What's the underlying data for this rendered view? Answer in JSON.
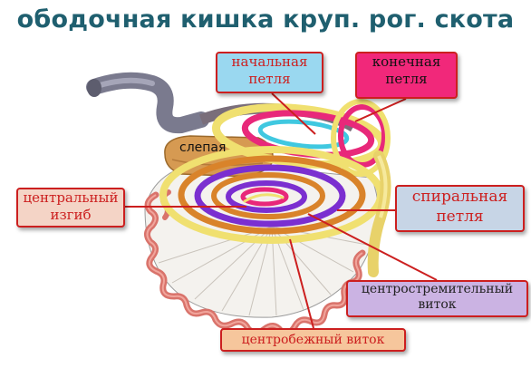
{
  "title": "ободочная кишка круп. рог. скота",
  "labels": {
    "start_loop": "начальная петля",
    "end_loop": "конечная петля",
    "central_flexure": "центральный изгиб",
    "spiral_loop": "спиральная петля",
    "centripetal": "центростремительный виток",
    "centrifugal": "центробежный виток",
    "cecum": "слепая"
  },
  "colors": {
    "title": "#1f5f6f",
    "label_border": "#cc1f1f",
    "start_loop_fill": "#9ad8f0",
    "end_loop_fill": "#f1287a",
    "spiral_fill": "#c7d5e6",
    "centripetal_fill": "#cbb3e3",
    "centrifugal_fill": "#f6c69c",
    "central_fill": "#f4d4c6",
    "loop_pink": "#e8287a",
    "loop_yellow": "#f0e070",
    "loop_cyan": "#40c8e0",
    "loop_purple": "#7b2fd0",
    "loop_orange": "#d9832a",
    "intestine": "#e6887f",
    "cecum_fill": "#d69a52"
  }
}
